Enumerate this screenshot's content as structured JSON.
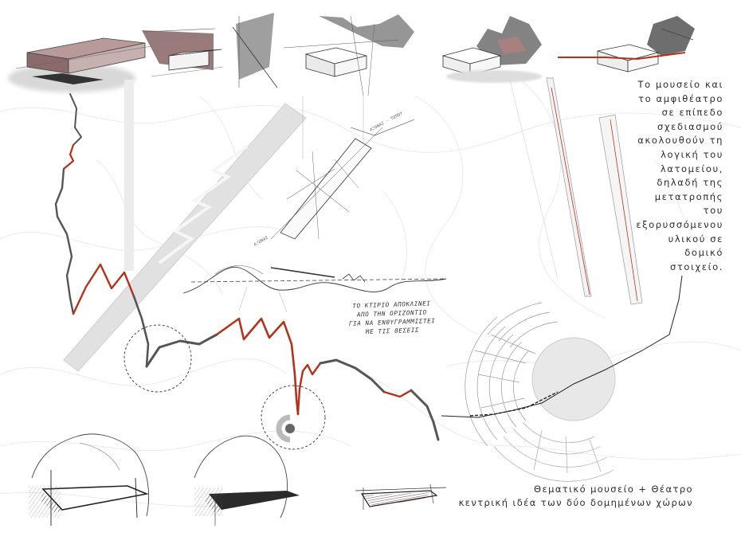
{
  "description_text": {
    "lines": [
      "Το μουσείο και",
      "το αμφιθέατρο",
      "σε επίπεδο",
      "σχεδιασμού",
      "ακολουθούν τη",
      "λογική του",
      "λατομείου,",
      "δηλαδή της",
      "μετατροπής",
      "του",
      "εξορυσσόμενου",
      "υλικού σε",
      "δομικό",
      "στοιχείο."
    ]
  },
  "caption": {
    "line1": "Θεματικό μουσείο + Θέατρο",
    "line2": "κεντρική ιδέα των δύο δομημένων χώρων"
  },
  "sketch_note": {
    "line1": "ΤΟ ΚΤΙΡΙΟ ΑΠΟΚΛΙΝΕΙ",
    "line2": "ΑΠΟ ΤΗΝ ΟΡΙΖΟΝΤΙΟ",
    "line3": "ΓΙΑ ΝΑ ΕΝΘΥΓΡΑΜΜΙΣΤΕΙ",
    "line4": "ΜΕ ΤΙΣ ΘΕΣΕΙΣ"
  },
  "colors": {
    "accent_red": "#b5321a",
    "line_gray": "#5a5a5a",
    "ghost_gray": "#d9d9d9"
  }
}
